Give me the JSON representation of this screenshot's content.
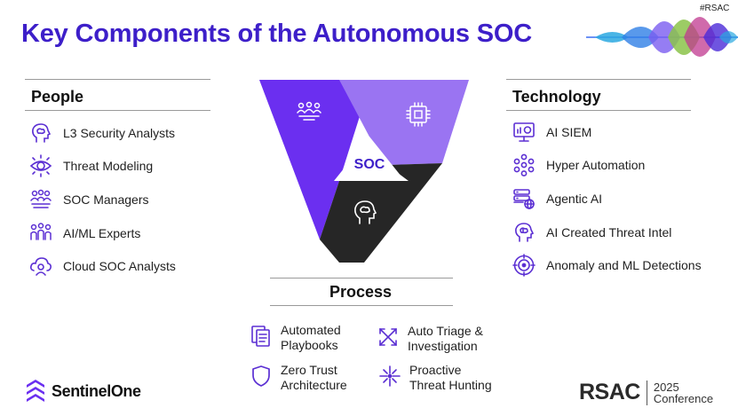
{
  "slide": {
    "title": "Key Components of the Autonomous SOC",
    "hashtag": "#RSAC"
  },
  "people": {
    "heading": "People",
    "items": [
      {
        "label": "L3 Security Analysts",
        "icon": "brain-head-icon"
      },
      {
        "label": "Threat Modeling",
        "icon": "eye-icon"
      },
      {
        "label": "SOC Managers",
        "icon": "team-icon"
      },
      {
        "label": "AI/ML Experts",
        "icon": "people-group-icon"
      },
      {
        "label": "Cloud SOC Analysts",
        "icon": "cloud-user-icon"
      }
    ]
  },
  "technology": {
    "heading": "Technology",
    "items": [
      {
        "label": "AI SIEM",
        "icon": "monitor-chart-icon"
      },
      {
        "label": "Hyper Automation",
        "icon": "nodes-icon"
      },
      {
        "label": "Agentic AI",
        "icon": "server-globe-icon"
      },
      {
        "label": "AI Created Threat Intel",
        "icon": "ai-head-icon"
      },
      {
        "label": "Anomaly and ML Detections",
        "icon": "radar-target-icon"
      }
    ]
  },
  "process": {
    "heading": "Process",
    "items": [
      {
        "label": "Automated Playbooks",
        "line1": "Automated",
        "line2": "Playbooks",
        "icon": "documents-icon"
      },
      {
        "label": "Auto Triage & Investigation",
        "line1": "Auto Triage &",
        "line2": "Investigation",
        "icon": "arrows-cross-icon"
      },
      {
        "label": "Zero Trust Architecture",
        "line1": "Zero Trust",
        "line2": "Architecture",
        "icon": "shield-icon"
      },
      {
        "label": "Proactive Threat Hunting",
        "line1": "Proactive",
        "line2": "Threat Hunting",
        "icon": "target-cross-icon"
      }
    ]
  },
  "diagram": {
    "center_label": "SOC",
    "segments": [
      {
        "name": "people",
        "color": "#6b2ff0",
        "icon": "team-icon"
      },
      {
        "name": "technology",
        "color": "#9a74f2",
        "icon": "chip-icon"
      },
      {
        "name": "process",
        "color": "#262626",
        "icon": "brain-head-icon"
      }
    ]
  },
  "logos": {
    "sentinelone": "SentinelOne",
    "rsac": "RSAC",
    "rsac_year": "2025",
    "rsac_sub": "Conference"
  },
  "colors": {
    "title": "#3d1fc9",
    "icon": "#5b2fd3",
    "purple_dark": "#6b2ff0",
    "purple_light": "#9a74f2",
    "black": "#262626"
  }
}
